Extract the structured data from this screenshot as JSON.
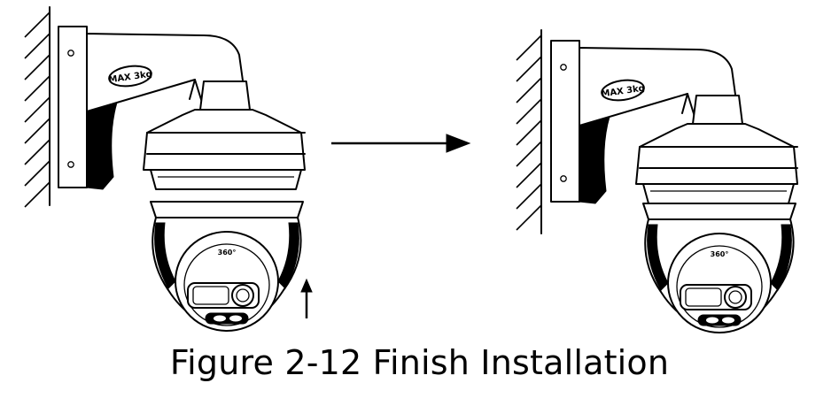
{
  "caption": "Figure 2-12 Finish Installation",
  "bracket_label": "MAX 3kg",
  "lens_label": "360°"
}
